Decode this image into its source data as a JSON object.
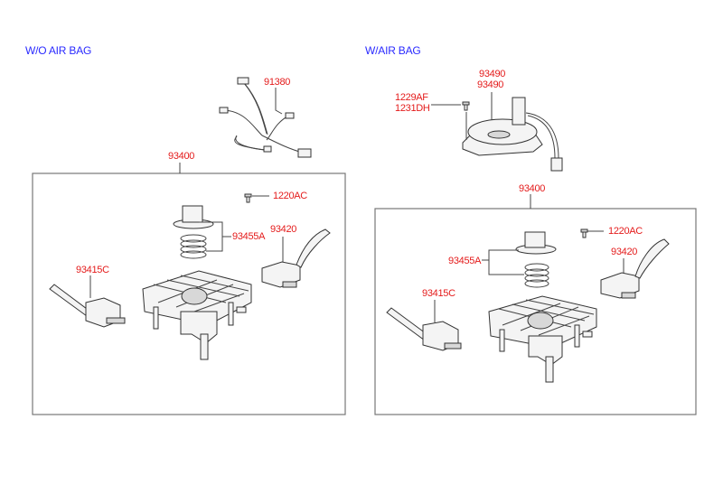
{
  "left_section": {
    "title": "W/O AIR BAG",
    "labels": {
      "harness": "91380",
      "assembly": "93400",
      "screw": "1220AC",
      "cam_spring": "93455A",
      "wiper_switch": "93420",
      "light_switch": "93415C"
    }
  },
  "right_section": {
    "title": "W/AIR BAG",
    "labels": {
      "clock_spring_1": "93490",
      "clock_spring_2": "93490",
      "screw_1": "1229AF",
      "screw_2": "1231DH",
      "assembly": "93400",
      "screw": "1220AC",
      "cam_spring": "93455A",
      "wiper_switch": "93420",
      "light_switch": "93415C"
    }
  },
  "colors": {
    "title": "#2a2aff",
    "label": "#e41b1b"
  }
}
